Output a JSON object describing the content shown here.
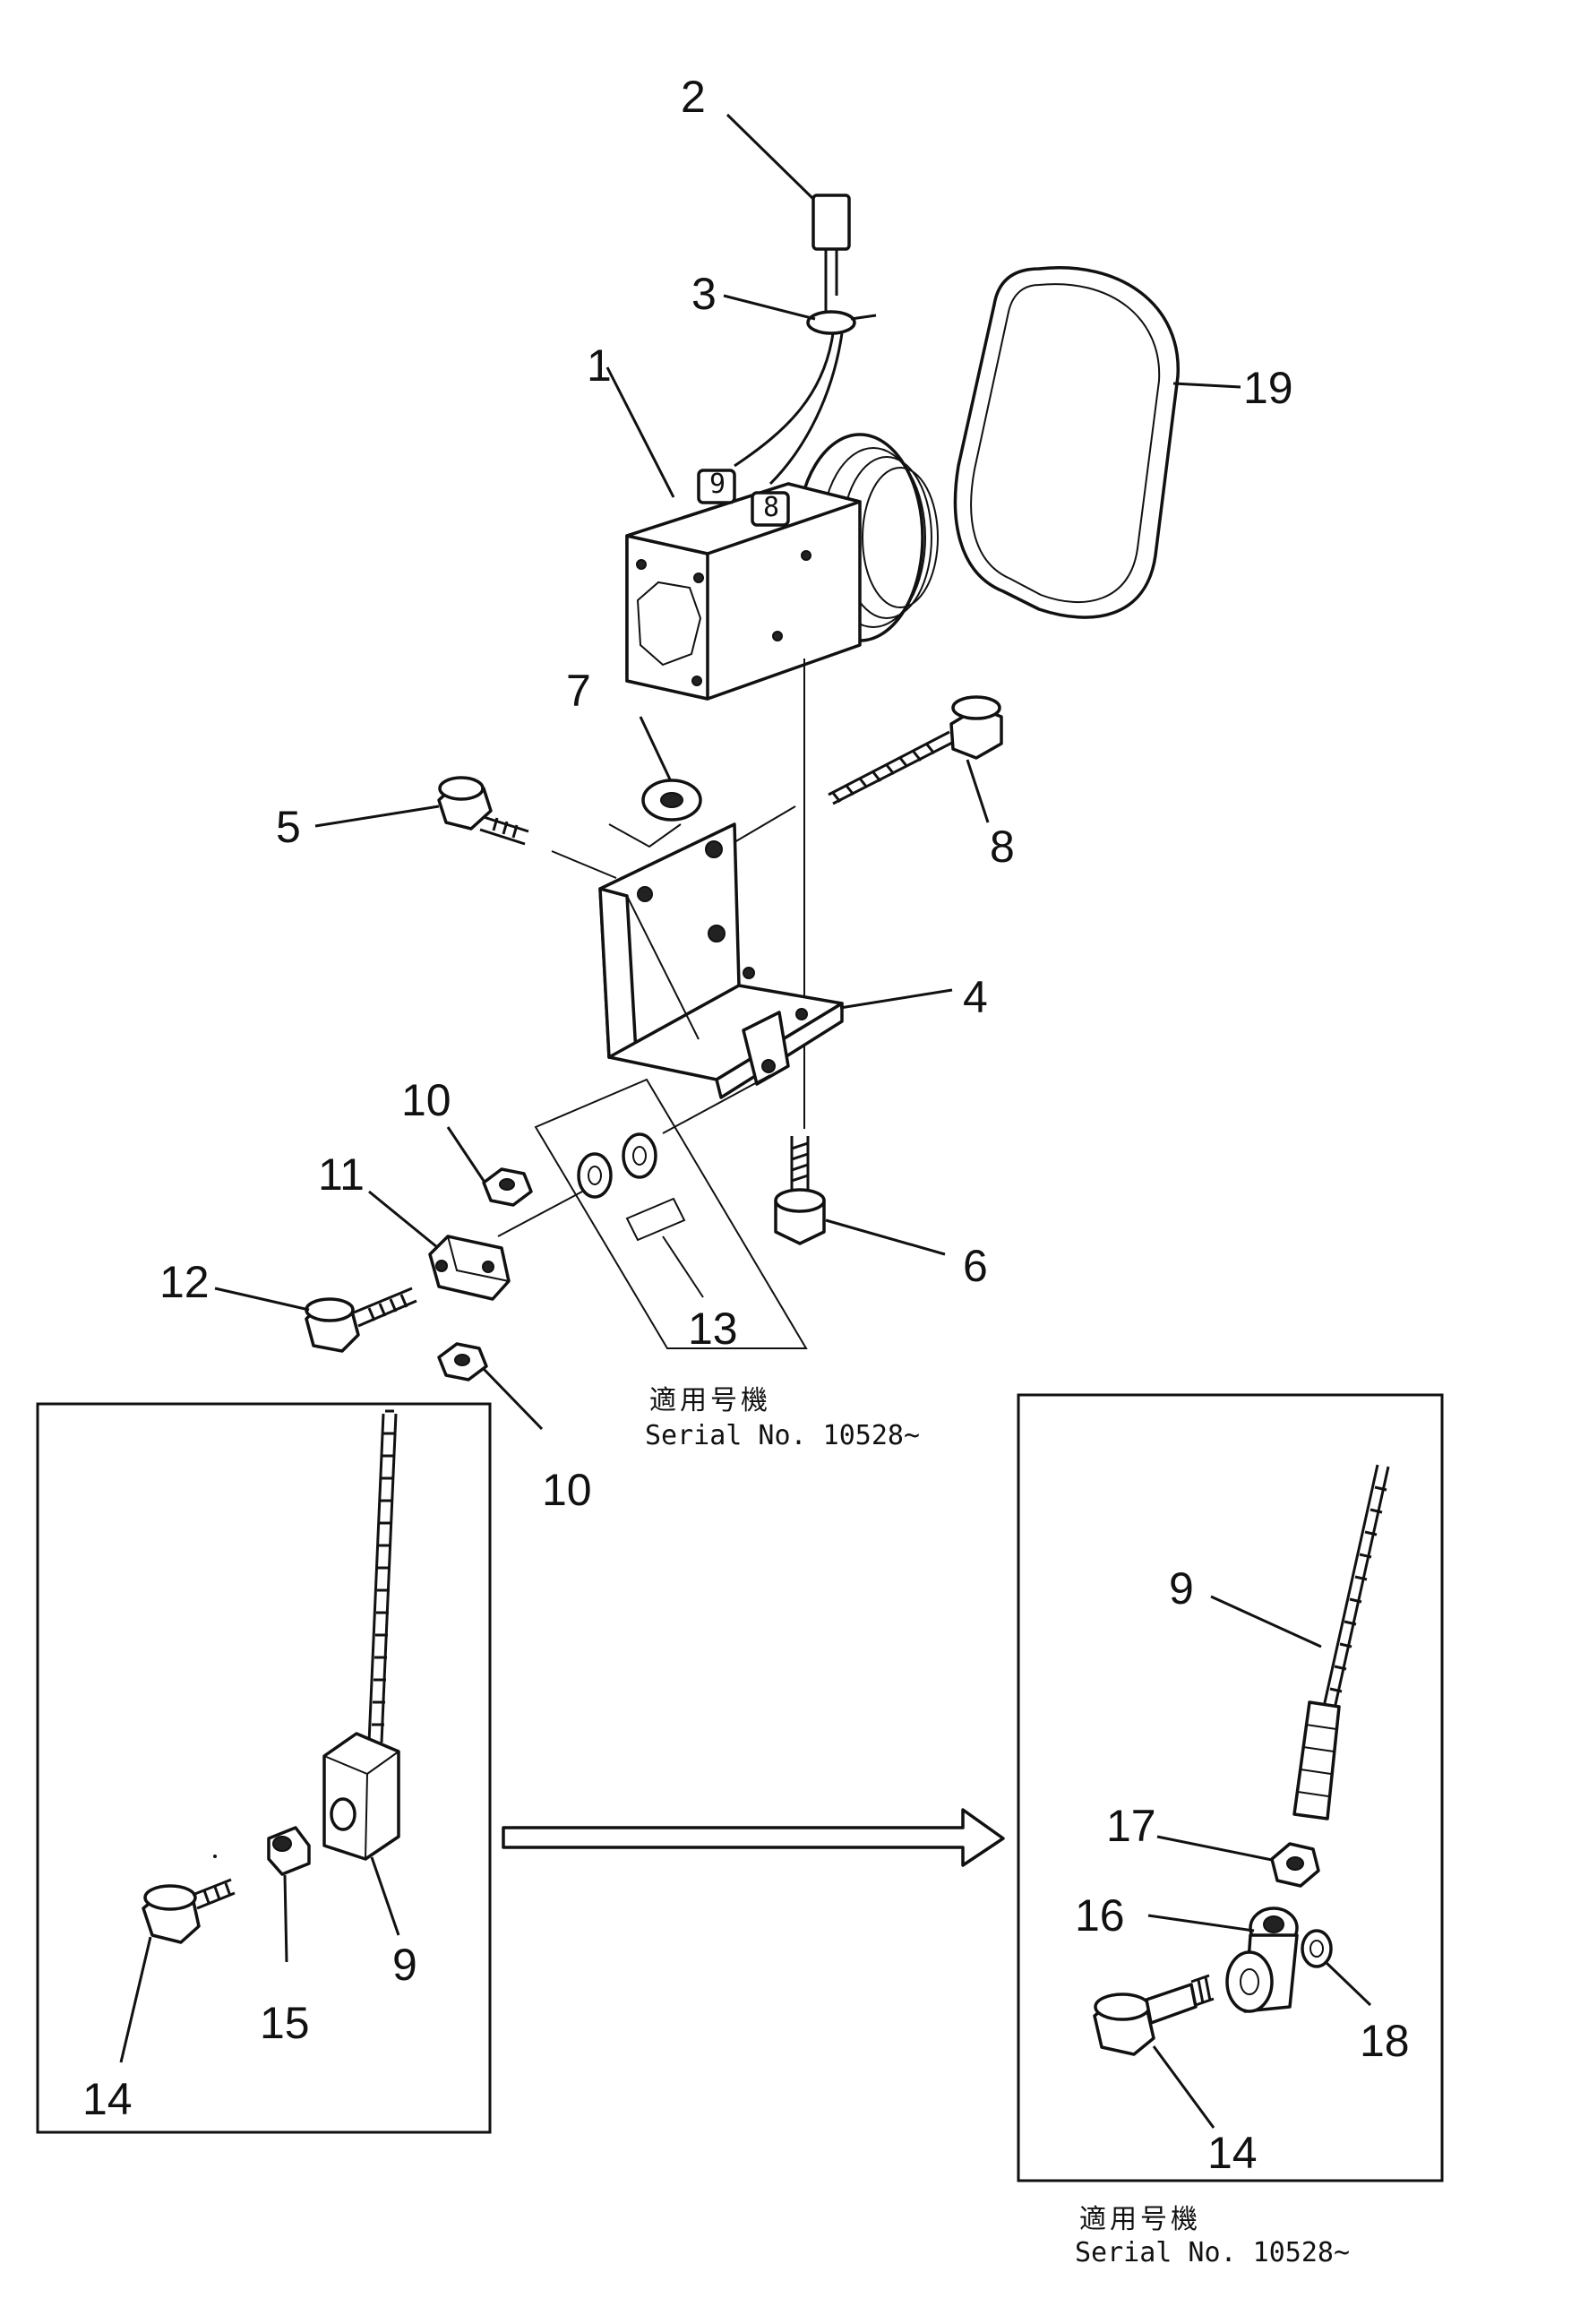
{
  "labels": {
    "p1": "1",
    "p2": "2",
    "p3": "3",
    "p4": "4",
    "p5": "5",
    "p6": "6",
    "p7": "7",
    "p8": "8",
    "p10a": "10",
    "p10b": "10",
    "p11": "11",
    "p12": "12",
    "p13": "13",
    "p19": "19",
    "l14": "14",
    "l15": "15",
    "l9": "9",
    "r9": "9",
    "r17": "17",
    "r16": "16",
    "r18": "18",
    "r14": "14"
  },
  "notes": {
    "top_jp": "適用号機",
    "top_serial": "Serial  No.  10528~",
    "bottom_jp": "適用号機",
    "bottom_serial": "Serial  No.  10528~"
  }
}
